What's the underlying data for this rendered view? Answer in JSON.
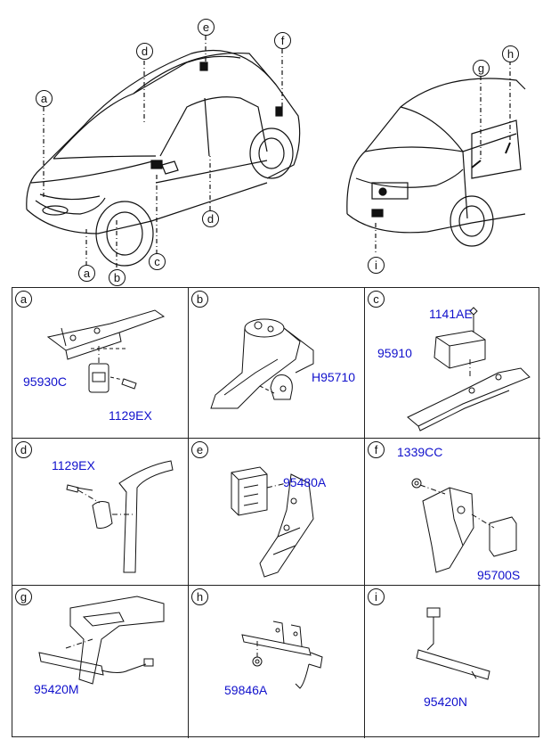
{
  "overview": {
    "callouts": {
      "front_a": "a",
      "front_b1": "a",
      "front_b2": "b",
      "front_c": "c",
      "front_d1": "d",
      "front_d2": "d",
      "front_e": "e",
      "front_f": "f",
      "rear_g": "g",
      "rear_h": "h",
      "rear_i": "i"
    }
  },
  "panels": [
    {
      "letter": "a",
      "parts": [
        "95930C",
        "1129EX"
      ]
    },
    {
      "letter": "b",
      "parts": [
        "H95710"
      ]
    },
    {
      "letter": "c",
      "parts": [
        "1141AE",
        "95910"
      ]
    },
    {
      "letter": "d",
      "parts": [
        "1129EX"
      ]
    },
    {
      "letter": "e",
      "parts": [
        "95480A"
      ]
    },
    {
      "letter": "f",
      "parts": [
        "1339CC",
        "95700S"
      ]
    },
    {
      "letter": "g",
      "parts": [
        "95420M"
      ]
    },
    {
      "letter": "h",
      "parts": [
        "59846A"
      ]
    },
    {
      "letter": "i",
      "parts": [
        "95420N"
      ]
    }
  ],
  "colors": {
    "part_number": "#1111cc",
    "line": "#111111"
  }
}
